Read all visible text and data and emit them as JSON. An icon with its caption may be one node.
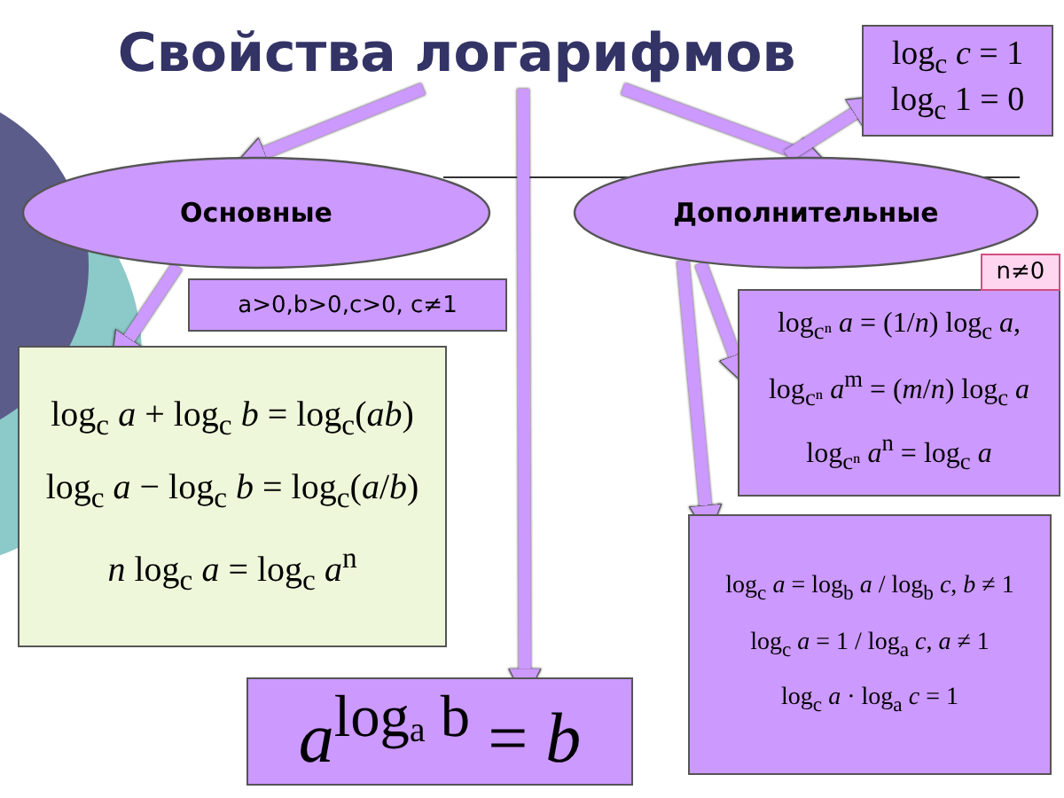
{
  "diagram": {
    "nodes": [
      {
        "text": [
          "Свойства логарифмов"
        ]
      },
      {
        "text": [
          "Основные"
        ]
      },
      {
        "text": [
          "Дополнительные"
        ]
      },
      {
        "text": [
          "log$_{c}$ *c* = 1",
          "log$_{c}$ 1 = 0"
        ]
      },
      {
        "text": [
          "a>0,b>0,c>0, c≠1"
        ]
      },
      {
        "text": [
          "log$_{c}$ *a* + log$_{c}$ *b* = log$_{c}$(*ab*)",
          "log$_{c}$ *a* − log$_{c}$ *b* = log$_{c}$(*a*/*b*)",
          "*n* log$_{c}$ *a* = log$_{c}$ *a*$^{n}$"
        ]
      },
      {
        "text": [
          "n≠0"
        ]
      },
      {
        "text": [
          "log$_{cⁿ}$ *a* = (1/*n*) log$_{c}$ *a*,",
          "log$_{cⁿ}$ *a*$^{m}$ = (*m*/*n*) log$_{c}$ *a*",
          "log$_{cⁿ}$ *a*$^{n}$ = log$_{c}$ *a*"
        ]
      },
      {
        "text": [
          "*a*$^{logₐ b}$ = *b*"
        ]
      },
      {
        "text": [
          "log$_{c}$ *a* = log$_{b}$ *a* / log$_{b}$ *c*, *b* ≠ 1",
          "log$_{c}$ *a* = 1 / log$_{a}$ *c*, *a* ≠ 1",
          "log$_{c}$ *a* · log$_{a}$ *c* = 1"
        ]
      }
    ],
    "edges": [
      {
        "from": 0,
        "to": 1,
        "arrow": "to"
      },
      {
        "from": 0,
        "to": 2,
        "arrow": "to"
      },
      {
        "from": 0,
        "to": 8,
        "arrow": "to"
      },
      {
        "from": 2,
        "to": 3,
        "arrow": "to"
      },
      {
        "from": 1,
        "to": 5,
        "arrow": "to"
      },
      {
        "from": 2,
        "to": 7,
        "arrow": "to"
      },
      {
        "from": 2,
        "to": 9,
        "arrow": "to"
      }
    ]
  }
}
